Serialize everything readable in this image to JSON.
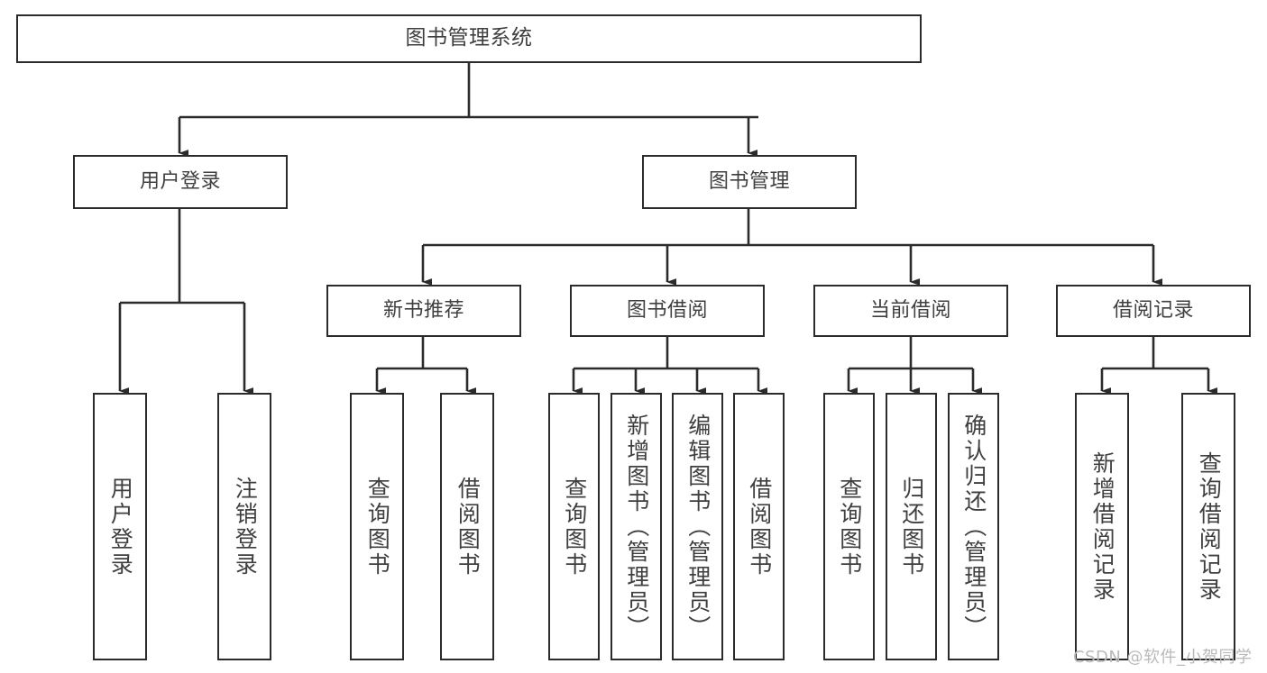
{
  "diagram": {
    "type": "tree",
    "title": "图书管理系统",
    "watermark": "CSDN @软件_小贺同学",
    "colors": {
      "box_border": "#2b2b2b",
      "box_fill": "#ffffff",
      "text": "#3f3f3f",
      "edge": "#2b2b2b",
      "watermark": "#b9b9b9",
      "background": "#ffffff"
    },
    "nodes": {
      "root": {
        "label": "图书管理系统"
      },
      "login": {
        "label": "用户登录"
      },
      "book_mgmt": {
        "label": "图书管理"
      },
      "new_book_rec": {
        "label": "新书推荐"
      },
      "book_borrow": {
        "label": "图书借阅"
      },
      "current_borrow": {
        "label": "当前借阅"
      },
      "borrow_record": {
        "label": "借阅记录"
      },
      "leaf_user_login": {
        "label": "用户登录"
      },
      "leaf_logout": {
        "label": "注销登录"
      },
      "leaf_query_book_a": {
        "label": "查询图书"
      },
      "leaf_borrow_book_a": {
        "label": "借阅图书"
      },
      "leaf_query_book_b": {
        "label": "查询图书"
      },
      "leaf_add_book": {
        "label": "新增图书（管理员）"
      },
      "leaf_edit_book": {
        "label": "编辑图书（管理员）"
      },
      "leaf_borrow_book_b": {
        "label": "借阅图书"
      },
      "leaf_query_book_c": {
        "label": "查询图书"
      },
      "leaf_return_book": {
        "label": "归还图书"
      },
      "leaf_confirm_return": {
        "label": "确认归还（管理员）"
      },
      "leaf_add_record": {
        "label": "新增借阅记录"
      },
      "leaf_query_record": {
        "label": "查询借阅记录"
      }
    },
    "edges": [
      {
        "from": "root",
        "to": "login"
      },
      {
        "from": "root",
        "to": "book_mgmt"
      },
      {
        "from": "login",
        "to": "leaf_user_login"
      },
      {
        "from": "login",
        "to": "leaf_logout"
      },
      {
        "from": "book_mgmt",
        "to": "new_book_rec"
      },
      {
        "from": "book_mgmt",
        "to": "book_borrow"
      },
      {
        "from": "book_mgmt",
        "to": "current_borrow"
      },
      {
        "from": "book_mgmt",
        "to": "borrow_record"
      },
      {
        "from": "new_book_rec",
        "to": "leaf_query_book_a"
      },
      {
        "from": "new_book_rec",
        "to": "leaf_borrow_book_a"
      },
      {
        "from": "book_borrow",
        "to": "leaf_query_book_b"
      },
      {
        "from": "book_borrow",
        "to": "leaf_add_book"
      },
      {
        "from": "book_borrow",
        "to": "leaf_edit_book"
      },
      {
        "from": "book_borrow",
        "to": "leaf_borrow_book_b"
      },
      {
        "from": "current_borrow",
        "to": "leaf_query_book_c"
      },
      {
        "from": "current_borrow",
        "to": "leaf_return_book"
      },
      {
        "from": "current_borrow",
        "to": "leaf_confirm_return"
      },
      {
        "from": "borrow_record",
        "to": "leaf_add_record"
      },
      {
        "from": "borrow_record",
        "to": "leaf_query_record"
      }
    ]
  }
}
